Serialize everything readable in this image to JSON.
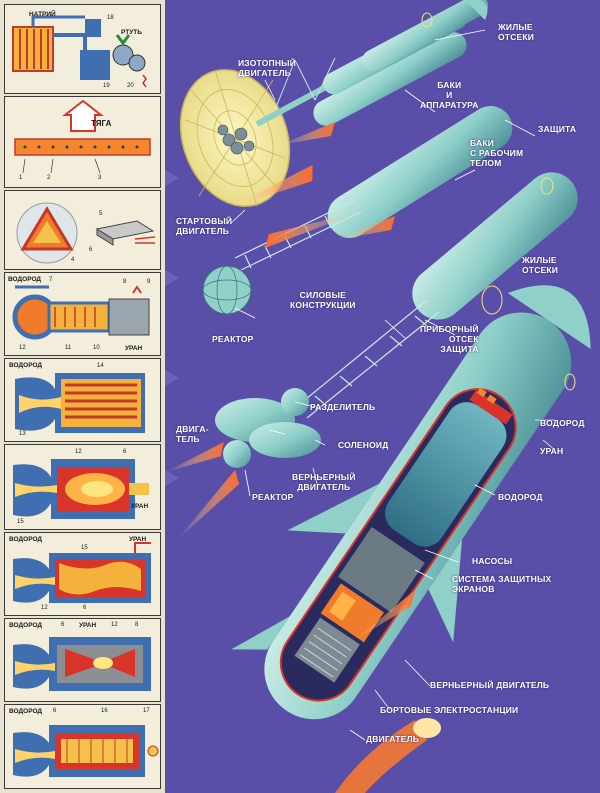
{
  "panels": {
    "p1": {
      "natriy": "НАТРИЙ",
      "rtut": "РТУТЬ",
      "n18": "18",
      "n19": "19",
      "n20": "20"
    },
    "p2": {
      "tyaga": "ТЯГА",
      "n1": "1",
      "n2": "2",
      "n3": "3"
    },
    "p3": {
      "n4": "4",
      "n5": "5",
      "n6": "6"
    },
    "p4": {
      "vodorod": "ВОДОРОД",
      "uran": "УРАН",
      "n7": "7",
      "n8": "8",
      "n9": "9",
      "n10": "10",
      "n11": "11",
      "n12": "12"
    },
    "p5": {
      "vodorod": "ВОДОРОД",
      "n13": "13",
      "n14": "14"
    },
    "p6": {
      "uran": "УРАН",
      "n12": "12",
      "n6": "6",
      "n15": "15"
    },
    "p7": {
      "vodorod": "ВОДОРОД",
      "uran": "УРАН",
      "n15": "15",
      "n12": "12",
      "n6": "6"
    },
    "p8": {
      "vodorod": "ВОДОРОД",
      "uran": "УРАН",
      "n6": "6",
      "n12": "12",
      "n8": "8"
    },
    "p9": {
      "vodorod": "ВОДОРОД",
      "n6": "6",
      "n16": "16",
      "n17": "17"
    }
  },
  "labels": {
    "isotope_engine": [
      "ИЗОТОПНЫЙ",
      "ДВИГАТЕЛЬ"
    ],
    "living_top": [
      "ЖИЛЫЕ",
      "ОТСЕКИ"
    ],
    "tanks_apparatus": [
      "БАКИ",
      "И",
      "АППАРАТУРА"
    ],
    "shield_top": [
      "ЗАЩИТА"
    ],
    "tanks_working": [
      "БАКИ",
      "С РАБОЧИМ",
      "ТЕЛОМ"
    ],
    "start_engine": [
      "СТАРТОВЫЙ",
      "ДВИГАТЕЛЬ"
    ],
    "living_right": [
      "ЖИЛЫЕ",
      "ОТСЕКИ"
    ],
    "structures": [
      "СИЛОВЫЕ",
      "КОНСТРУКЦИИ"
    ],
    "reactor_top": [
      "РЕАКТОР"
    ],
    "instrument": [
      "ПРИБОРНЫЙ",
      "ОТСЕК",
      "ЗАЩИТА"
    ],
    "separator": [
      "РАЗДЕЛИТЕЛЬ"
    ],
    "engine_left": [
      "ДВИГА-",
      "ТЕЛЬ"
    ],
    "hydrogen_top": [
      "ВОДОРОД"
    ],
    "solenoid": [
      "СОЛЕНОИД"
    ],
    "uranium": [
      "УРАН"
    ],
    "vernier_mid": [
      "ВЕРНЬЕРНЫЙ",
      "ДВИГАТЕЛЬ"
    ],
    "reactor_bottom": [
      "РЕАКТОР"
    ],
    "hydrogen_mid": [
      "ВОДОРОД"
    ],
    "pumps": [
      "НАСОСЫ"
    ],
    "shield_screens": [
      "СИСТЕМА ЗАЩИТНЫХ",
      "ЭКРАНОВ"
    ],
    "vernier_bottom": [
      "ВЕРНЬЕРНЫЙ ДВИГАТЕЛЬ"
    ],
    "power_plants": [
      "БОРТОВЫЕ ЭЛЕКТРОСТАНЦИИ"
    ],
    "engine_bottom": [
      "ДВИГАТЕЛЬ"
    ]
  },
  "colors": {
    "background": "#5a4fa8",
    "ship": "#8fd0c9",
    "flame": "#ff7a2a",
    "panel": "#f3eedb",
    "red": "#d8342a",
    "blue": "#3f6fb0"
  }
}
